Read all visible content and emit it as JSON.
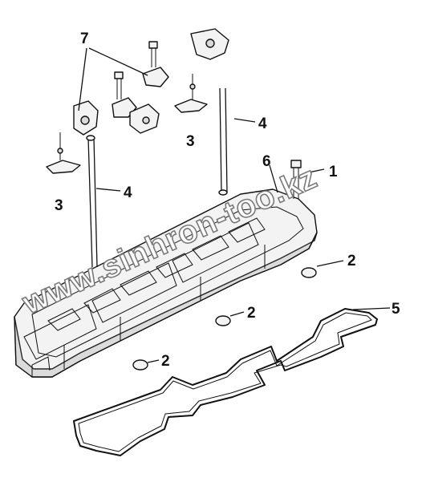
{
  "callouts": [
    {
      "id": "c1",
      "label": "1"
    },
    {
      "id": "c2a",
      "label": "2"
    },
    {
      "id": "c2b",
      "label": "2"
    },
    {
      "id": "c2c",
      "label": "2"
    },
    {
      "id": "c3a",
      "label": "3"
    },
    {
      "id": "c3b",
      "label": "3"
    },
    {
      "id": "c4a",
      "label": "4"
    },
    {
      "id": "c4b",
      "label": "4"
    },
    {
      "id": "c5",
      "label": "5"
    },
    {
      "id": "c6",
      "label": "6"
    },
    {
      "id": "c7",
      "label": "7"
    }
  ],
  "watermark": "www.sinhron-too.kz"
}
